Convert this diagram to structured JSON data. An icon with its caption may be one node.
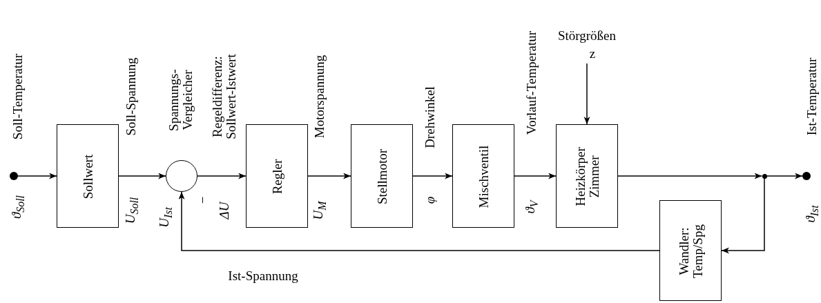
{
  "diagram": {
    "nodes": [
      {
        "text": [],
        "shape": "circle",
        "beside": [
          "Soll-Temperatur",
          "ϑ$_{Soll}$"
        ]
      },
      {
        "text": [
          "Sollwert"
        ]
      },
      {
        "text": [
          "Spannungs- Vergleicher"
        ]
      },
      {
        "text": [
          "Regler"
        ]
      },
      {
        "text": [
          "Stellmotor"
        ]
      },
      {
        "text": [
          "Mischventil"
        ]
      },
      {
        "text": [
          "Heizkörper Zimmer"
        ]
      },
      {
        "text": [],
        "shape": "circle"
      },
      {
        "text": [],
        "shape": "circle",
        "beside": [
          "Ist-Temperatur",
          "ϑ$_{Ist}$"
        ]
      },
      {
        "text": [
          "Wandler: Temp/Spg"
        ]
      },
      {
        "text": [
          "Störgrößen",
          "z"
        ]
      }
    ],
    "edges": [
      {
        "from": 0,
        "to": 1,
        "arrow": "to"
      },
      {
        "from": 1,
        "to": 2,
        "arrow": "to"
      },
      {
        "from": 2,
        "to": 3,
        "arrow": "to"
      },
      {
        "from": 3,
        "to": 4,
        "arrow": "to"
      },
      {
        "from": 4,
        "to": 5,
        "arrow": "to"
      },
      {
        "from": 5,
        "to": 6,
        "arrow": "to"
      },
      {
        "from": 6,
        "to": 7,
        "arrow": "to"
      },
      {
        "from": 7,
        "to": 8,
        "arrow": "to"
      },
      {
        "from": 7,
        "to": 9,
        "arrow": "to"
      },
      {
        "from": 9,
        "to": 2,
        "arrow": "to"
      },
      {
        "from": 10,
        "to": 6,
        "arrow": "to"
      }
    ],
    "labels": [
      "Soll-Spannung",
      "U$_{Soll}$",
      "U$_{Ist}$",
      "−",
      "Regeldifferenz: Sollwert-Istwert",
      "ΔU",
      "Motorspannung",
      "U$_{M}$",
      "Drehwinkel",
      "φ",
      "Vorlauf-Temperatur",
      "ϑ$_{V}$",
      "Ist-Spannung"
    ]
  }
}
